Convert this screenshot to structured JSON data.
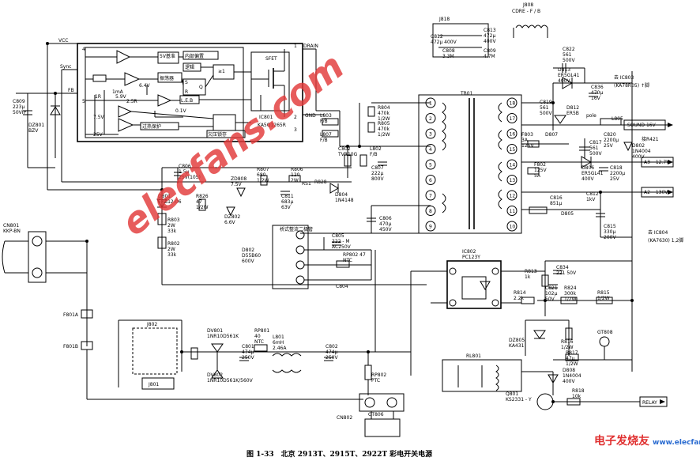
{
  "caption": "图 1-33　北京 2913T、2915T、2922T 彩电开关电源",
  "watermark": "elecfans.com",
  "logo_text": "电子发烧友",
  "logo_url": "www.elecfans.com",
  "ic801": {
    "part": "IC801",
    "model": "KA5Q1265R",
    "pin_vcc": "VCC",
    "pin_sync": "Sync",
    "pin_fb": "FB",
    "pin_drain": "DRAIN",
    "pin_gnd": "GND",
    "sfet": "SFET",
    "blocks": [
      "内部偏置",
      "5V基准",
      "振荡器",
      "逻辑",
      "L.E.B",
      "过热保护",
      "欠压锁存",
      "6.4V",
      "7.5V",
      "25V",
      "5.9V",
      "1mA",
      "2.5R",
      "1R",
      "0.1V",
      "S",
      "R",
      "Q",
      "≥1"
    ],
    "pin_numbers": [
      "1",
      "2",
      "3",
      "4",
      "5"
    ]
  },
  "labels": {
    "j818": "J818",
    "c812": "C812\n472μ 400V",
    "c813": "C813\n472μ\n400V",
    "c808": "C808\n3.3M",
    "c809": "C809\n4.7M",
    "j808": "J808",
    "cdre": "CDRE - F / B",
    "c822": "C822\n561\n500V",
    "d813": "D813\nER5GL41\n400V",
    "c836": "C836\n470μ\n16V",
    "to_ic803": "去 IC803",
    "ka78r05": "(KA78R05) ↑脚",
    "r804": "R804\n470k\n1/2W",
    "r805": "R805\n470k\n1/2W",
    "tb01": "TB01",
    "l803": "L803\nF/B",
    "l807": "L807\nF/B",
    "c802": "C802\nTVR10G",
    "l802": "L802\nF/B",
    "c807": "C807\n222μ\n800V",
    "c819": "C819\n561\n500V",
    "d812": "D812\nER5B",
    "l805": "L805",
    "pole": "pole",
    "sound": "SOUND 16V",
    "c820": "C820\n2200μ\n25V",
    "f803": "F803\n3A\n125V",
    "d807": "D807",
    "c817": "C817\n561\n500V",
    "r421": "接R421",
    "d802": "D802\n1N4004\n400V",
    "a3": "A3 ~12.7V",
    "d806": "D806\nER5GL41\n400V",
    "c818": "C818\n2200μ\n25V",
    "f802": "F802\n125V\n5A",
    "c816": "C816\n851μ",
    "c812b": "C812\n1kV",
    "d805": "D805",
    "a2": "A2 ~130V",
    "c815": "C815\n330μ\n200V",
    "to_ic804": "去 IC804",
    "ka7630": "(KA7630) 1,2脚",
    "c809b": "C809\n223μ\n50VIP",
    "dz801": "DZ801\nBZV",
    "c806": "C806\n1.5μ\n25V(105)",
    "r807": "R807\n680\n1/2W",
    "r806": "R806\n120\n2W",
    "rs1": "RS1",
    "r828": "R828",
    "d804": "D804\n1N4148",
    "zd808": "ZD808\n7.5V",
    "c811": "C811\n683μ\n63V",
    "d801": "D801\nERB12-06",
    "r826": "R826\n47\n1/2W",
    "dz802": "DZ802\n6.6V",
    "r803": "R803\n2W\n33k",
    "r802": "R802\n2W\n33k",
    "c806b": "C806\n470μ\n450V",
    "cn801": "CN801\nKKP-BN",
    "bridge": "桥式整流二极管",
    "d802b": "D802\nD55B60\n600V",
    "c805": "C805\n222 - M\nAC250V",
    "rp802": "RP802  47\nNTC",
    "c804": "C804",
    "ic802": "IC802\nPC123Y",
    "r813": "R813\n1k",
    "c834": "C834\n221 50V",
    "r814": "R814\n2.2k",
    "c821": "C821\n102μ\n50V",
    "r824": "R824\n300k\n1/2W",
    "r815": "R815\n1/2W",
    "dz805": "DZ805\nKA431",
    "r816": "R816\n1/2W",
    "gt808": "GT808",
    "r817": "R817\n47μ\n1/2W",
    "f801a": "F801A",
    "f801b": "F801B",
    "j802": "J802",
    "j801": "J801",
    "dv801": "DV801\n1NR10D561K",
    "rp801": "RP801\n40\nNTC",
    "c801": "C801\n474μ\n250V",
    "l801": "L801\n6mH\n2.46A",
    "c802b": "C802\n474μ\n250V",
    "dv802": "DV802\n1NR10D561K/560V",
    "rp802b": "RP802\nPTC",
    "rl801": "RL801",
    "d808": "D808\n1N4004\n400V",
    "q801": "Q801\nKS2331 - Y",
    "r818": "R818\n10k",
    "relay": "RELAY",
    "cn802": "CN802",
    "gt806": "GT806"
  },
  "transformer_pins": [
    "1",
    "2",
    "3",
    "4",
    "5",
    "6",
    "7",
    "8",
    "9",
    "18",
    "17",
    "16",
    "15",
    "14",
    "13",
    "12",
    "11",
    "10"
  ]
}
